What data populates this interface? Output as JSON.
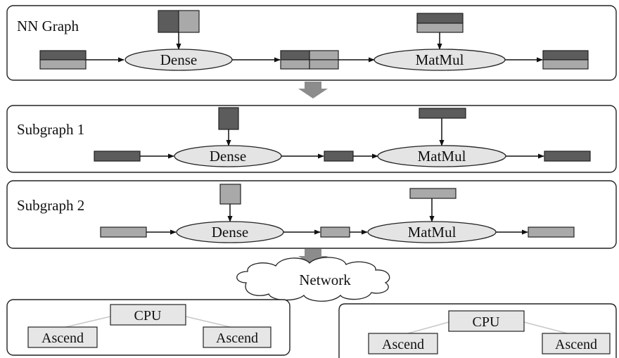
{
  "panels": {
    "nn_graph": {
      "title": "NN Graph",
      "op1": "Dense",
      "op2": "MatMul"
    },
    "subgraph1": {
      "title": "Subgraph 1",
      "op1": "Dense",
      "op2": "MatMul"
    },
    "subgraph2": {
      "title": "Subgraph 2",
      "op1": "Dense",
      "op2": "MatMul"
    }
  },
  "network": {
    "label": "Network"
  },
  "devices": [
    {
      "cpu": "CPU",
      "left": "Ascend",
      "right": "Ascend"
    },
    {
      "cpu": "CPU",
      "left": "Ascend",
      "right": "Ascend"
    }
  ],
  "colors": {
    "tensor_dark": "#5c5c5c",
    "tensor_light": "#a9a9a9",
    "op_fill": "#e4e4e4",
    "flow_arrow": "#8c8c8c"
  }
}
